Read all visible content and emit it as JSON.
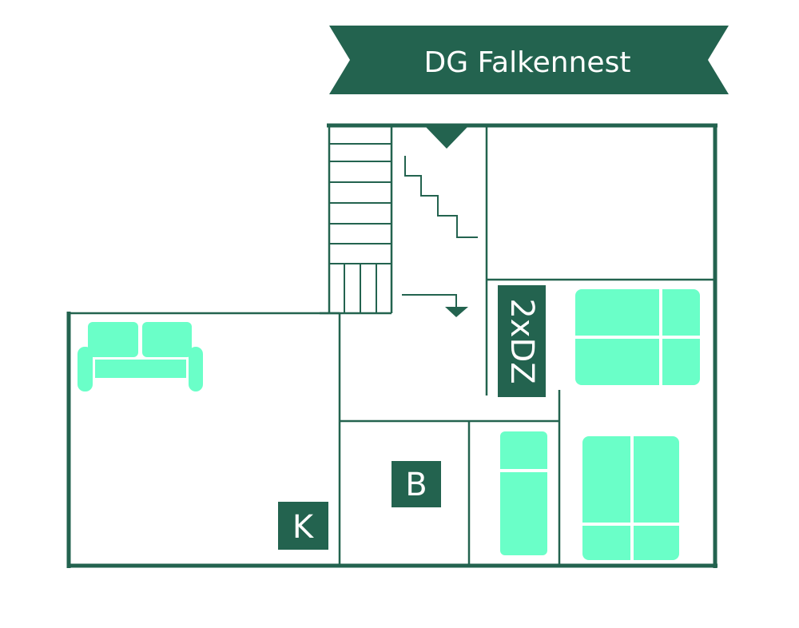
{
  "title": "DG Falkennest",
  "rooms": {
    "bedroom_label": "2xDZ",
    "bath_label": "B",
    "kitchen_label": "K"
  },
  "colors": {
    "wall": "#23634f",
    "furniture": "#6affc8",
    "background": "#ffffff"
  }
}
